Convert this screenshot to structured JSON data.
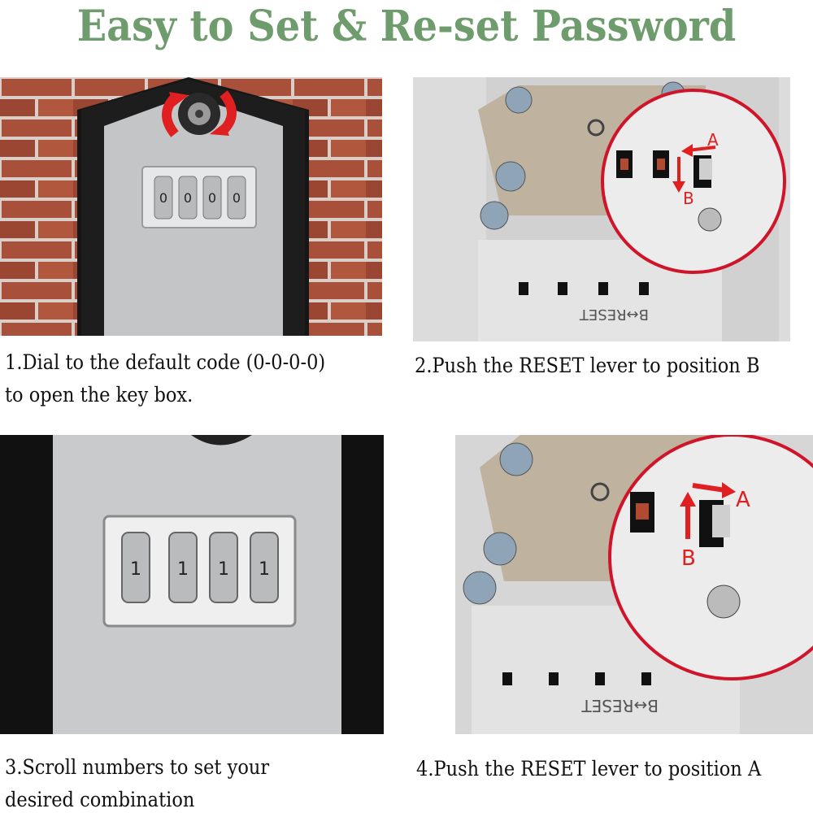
{
  "title": "Easy to Set & Re-set Password",
  "steps": [
    {
      "line1": "1.Dial to the default code (0-0-0-0)",
      "line2": "to open the key box."
    },
    {
      "line1": "2.Push the RESET lever to position B",
      "line2": ""
    },
    {
      "line1": "3.Scroll numbers to set your",
      "line2": "desired combination"
    },
    {
      "line1": "4.Push the RESET lever to position A",
      "line2": ""
    }
  ],
  "labels": {
    "position_a": "A",
    "position_b": "B",
    "reset_engraving": "B↔RESET",
    "dial_digits_step1": [
      "0",
      "0",
      "0",
      "0"
    ],
    "dial_digits_step3": [
      "1",
      "1",
      "1",
      "1"
    ]
  },
  "colors": {
    "title_green": "#6f9c6d",
    "arrow_red": "#e02020",
    "brick": "#a04a32",
    "box_grey": "#c9cbcc",
    "box_black": "#1a1a1a"
  }
}
